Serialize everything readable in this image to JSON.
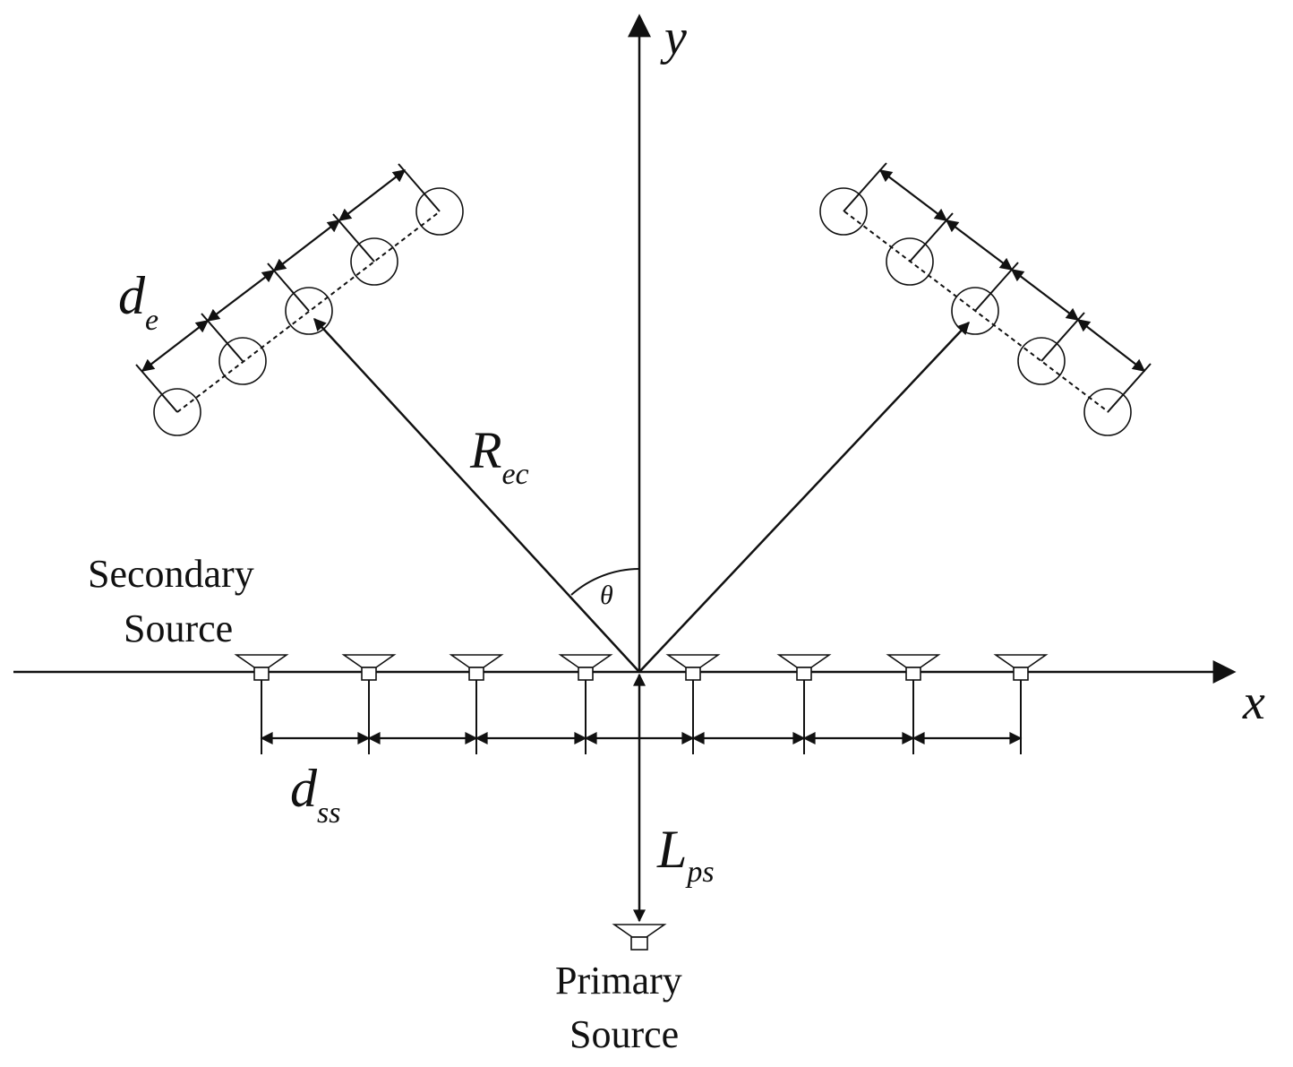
{
  "labels": {
    "y_axis": "y",
    "x_axis": "x",
    "d_e_main": "d",
    "d_e_sub": "e",
    "r_ec_main": "R",
    "r_ec_sub": "ec",
    "theta": "θ",
    "secondary_line1": "Secondary",
    "secondary_line2": "Source",
    "d_ss_main": "d",
    "d_ss_sub": "ss",
    "l_ps_main": "L",
    "l_ps_sub": "ps",
    "primary_line1": "Primary",
    "primary_line2": "Source"
  },
  "colors": {
    "ink": "#111111",
    "background": "#ffffff"
  }
}
